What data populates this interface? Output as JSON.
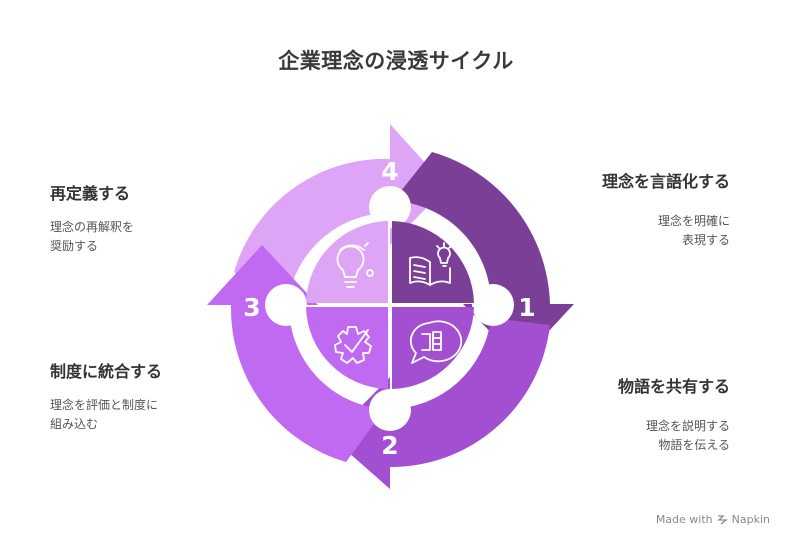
{
  "title": "企業理念の浸透サイクル",
  "steps": [
    {
      "number": "1",
      "heading": "理念を言語化する",
      "desc_lines": [
        "理念を明確に",
        "表現する"
      ],
      "color": "#7c3f98",
      "icon": "book-lightbulb-icon"
    },
    {
      "number": "2",
      "heading": "物語を共有する",
      "desc_lines": [
        "理念を説明する",
        "物語を伝える"
      ],
      "color": "#a24fd1",
      "icon": "speech-bubble-icon"
    },
    {
      "number": "3",
      "heading": "制度に統合する",
      "desc_lines": [
        "理念を評価と制度に",
        "組み込む"
      ],
      "color": "#c06af2",
      "icon": "gear-check-icon"
    },
    {
      "number": "4",
      "heading": "再定義する",
      "desc_lines": [
        "理念の再解釈を",
        "奨励する"
      ],
      "color": "#dea5f7",
      "icon": "lightbulb-icon"
    }
  ],
  "footer": {
    "made_with": "Made with",
    "brand": "Napkin"
  }
}
